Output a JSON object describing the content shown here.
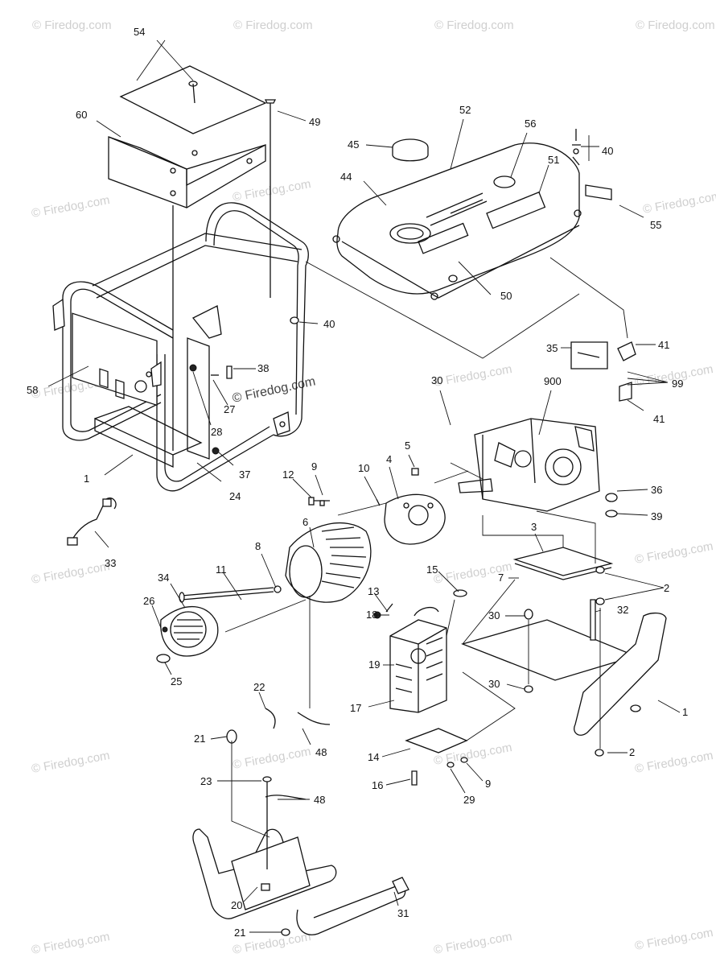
{
  "watermark": "© Firedog.com",
  "callouts": [
    "54",
    "60",
    "49",
    "52",
    "56",
    "45",
    "40",
    "51",
    "44",
    "55",
    "50",
    "40",
    "38",
    "35",
    "41",
    "99",
    "41",
    "27",
    "58",
    "28",
    "1",
    "37",
    "24",
    "30",
    "900",
    "12",
    "9",
    "10",
    "5",
    "4",
    "36",
    "39",
    "6",
    "8",
    "3",
    "33",
    "34",
    "11",
    "15",
    "7",
    "2",
    "26",
    "13",
    "18",
    "30",
    "32",
    "25",
    "19",
    "30",
    "22",
    "17",
    "1",
    "21",
    "48",
    "14",
    "9",
    "2",
    "16",
    "29",
    "23",
    "48",
    "20",
    "31",
    "21"
  ]
}
